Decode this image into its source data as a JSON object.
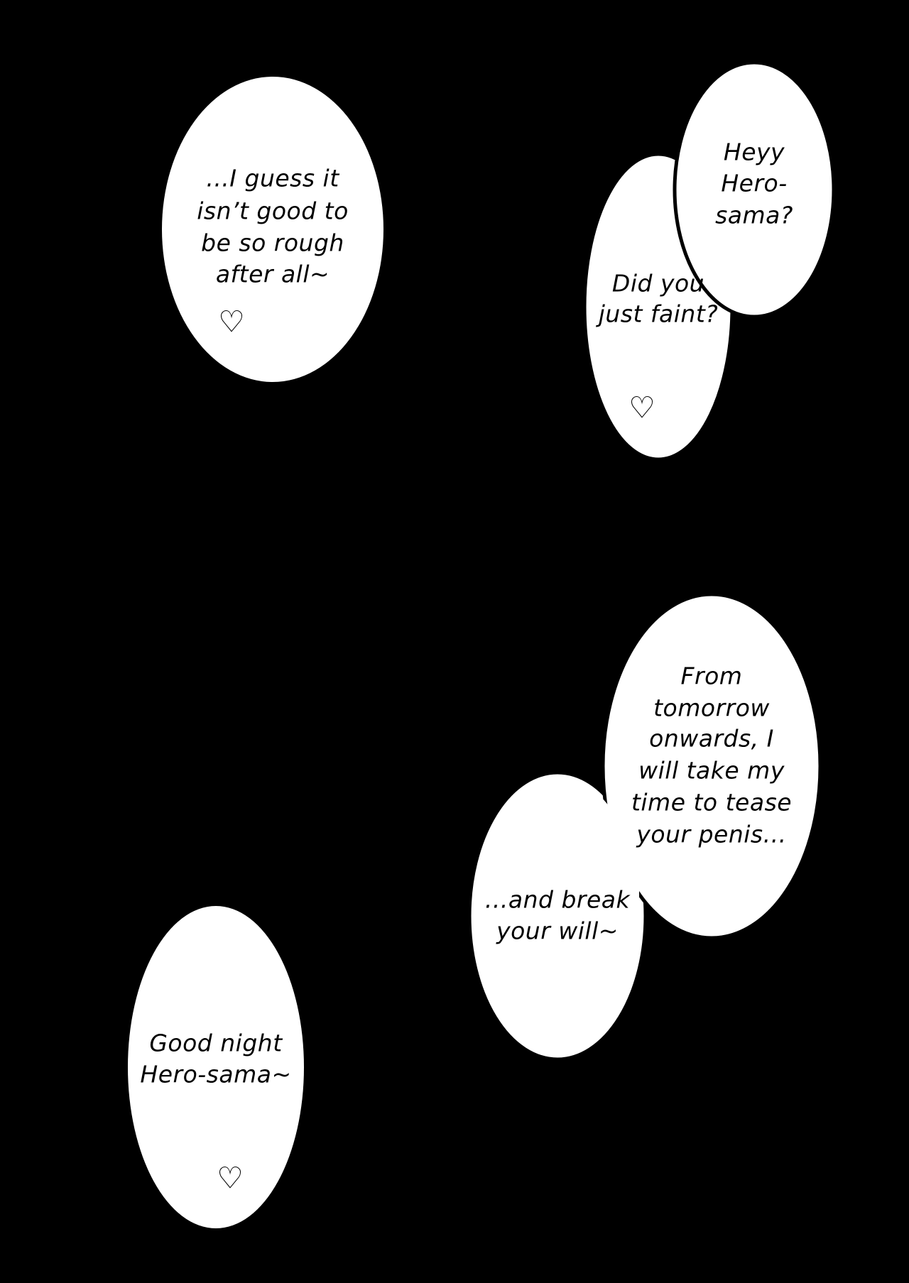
{
  "colors": {
    "background": "#000000",
    "bubble": "#ffffff",
    "text": "#000000"
  },
  "bubbles": [
    {
      "id": "rough",
      "lines": [
        "...I guess it",
        "isn’t good to",
        "be so rough",
        "after all~"
      ],
      "heart": "♡"
    },
    {
      "id": "heyy",
      "lines": [
        "Heyy",
        "Hero-",
        "sama?"
      ]
    },
    {
      "id": "faint",
      "lines": [
        "Did you",
        "just faint?"
      ],
      "heart": "♡"
    },
    {
      "id": "tomorrow",
      "lines": [
        "From",
        "tomorrow",
        "onwards, I",
        "will take my",
        "time to tease",
        "your penis..."
      ]
    },
    {
      "id": "break",
      "lines": [
        "...and break",
        "your will~"
      ]
    },
    {
      "id": "goodnight",
      "lines": [
        "Good night",
        "Hero-sama~"
      ],
      "heart": "♡"
    }
  ]
}
